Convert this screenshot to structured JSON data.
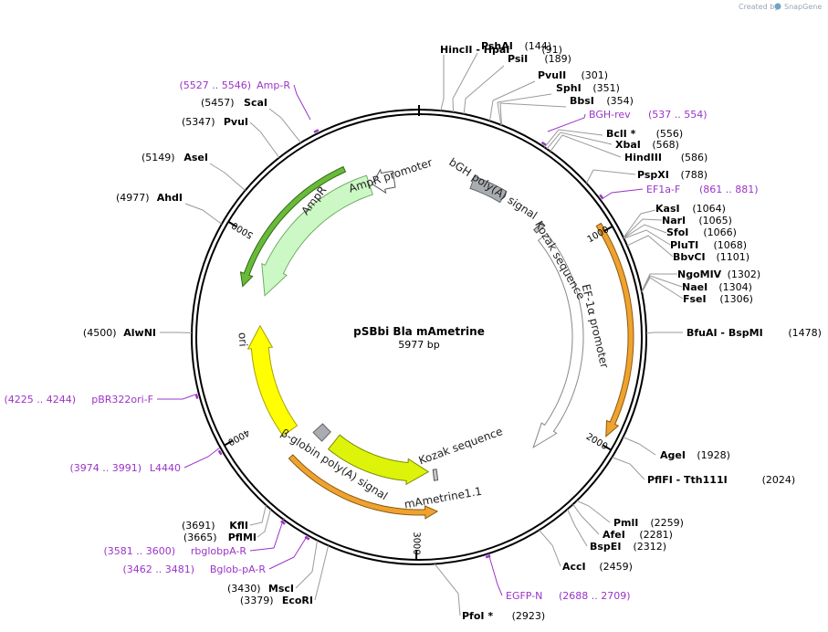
{
  "credit": {
    "prefix": "Created by",
    "brand": "SnapGene"
  },
  "plasmid": {
    "name": "pSBbi Bla mAmetrine",
    "size_label": "5977 bp",
    "length": 5977
  },
  "ticks": [
    "1000",
    "2000",
    "3000",
    "4000",
    "5000"
  ],
  "sites": [
    {
      "bp": 91,
      "pos": "(91)",
      "name": "HincII  - HpaI"
    },
    {
      "bp": 144,
      "pos": "(144)",
      "name": "PshAI"
    },
    {
      "bp": 189,
      "pos": "(189)",
      "name": "PsiI"
    },
    {
      "bp": 301,
      "pos": "(301)",
      "name": "PvuII"
    },
    {
      "bp": 351,
      "pos": "(351)",
      "name": "SphI"
    },
    {
      "bp": 354,
      "pos": "(354)",
      "name": "BbsI"
    },
    {
      "bp": 556,
      "pos": "(556)",
      "name": "BclI *"
    },
    {
      "bp": 568,
      "pos": "(568)",
      "name": "XbaI"
    },
    {
      "bp": 586,
      "pos": "(586)",
      "name": "HindIII"
    },
    {
      "bp": 788,
      "pos": "(788)",
      "name": "PspXI"
    },
    {
      "bp": 1064,
      "pos": "(1064)",
      "name": "KasI"
    },
    {
      "bp": 1065,
      "pos": "(1065)",
      "name": "NarI"
    },
    {
      "bp": 1066,
      "pos": "(1066)",
      "name": "SfoI"
    },
    {
      "bp": 1068,
      "pos": "(1068)",
      "name": "PluTI"
    },
    {
      "bp": 1101,
      "pos": "(1101)",
      "name": "BbvCI"
    },
    {
      "bp": 1302,
      "pos": "(1302)",
      "name": "NgoMIV"
    },
    {
      "bp": 1304,
      "pos": "(1304)",
      "name": "NaeI"
    },
    {
      "bp": 1306,
      "pos": "(1306)",
      "name": "FseI"
    },
    {
      "bp": 1478,
      "pos": "(1478)",
      "name": "BfuAI  - BspMI"
    },
    {
      "bp": 1928,
      "pos": "(1928)",
      "name": "AgeI"
    },
    {
      "bp": 2024,
      "pos": "(2024)",
      "name": "PflFI  - Tth111I"
    },
    {
      "bp": 2259,
      "pos": "(2259)",
      "name": "PmlI"
    },
    {
      "bp": 2281,
      "pos": "(2281)",
      "name": "AfeI"
    },
    {
      "bp": 2312,
      "pos": "(2312)",
      "name": "BspEI"
    },
    {
      "bp": 2459,
      "pos": "(2459)",
      "name": "AccI"
    },
    {
      "bp": 2923,
      "pos": "(2923)",
      "name": "PfoI *"
    },
    {
      "bp": 3379,
      "pos": "(3379)",
      "name": "EcoRI"
    },
    {
      "bp": 3430,
      "pos": "(3430)",
      "name": "MscI"
    },
    {
      "bp": 3665,
      "pos": "(3665)",
      "name": "PflMI"
    },
    {
      "bp": 3691,
      "pos": "(3691)",
      "name": "KflI"
    },
    {
      "bp": 4500,
      "pos": "(4500)",
      "name": "AlwNI"
    },
    {
      "bp": 4977,
      "pos": "(4977)",
      "name": "AhdI"
    },
    {
      "bp": 5149,
      "pos": "(5149)",
      "name": "AseI"
    },
    {
      "bp": 5347,
      "pos": "(5347)",
      "name": "PvuI"
    },
    {
      "bp": 5457,
      "pos": "(5457)",
      "name": "ScaI"
    }
  ],
  "primers": [
    {
      "start": 537,
      "end": 554,
      "name": "BGH-rev",
      "range": "(537 .. 554)"
    },
    {
      "start": 861,
      "end": 881,
      "name": "EF1a-F",
      "range": "(861 .. 881)"
    },
    {
      "start": 2688,
      "end": 2709,
      "name": "EGFP-N",
      "range": "(2688 .. 2709)"
    },
    {
      "start": 3462,
      "end": 3481,
      "name": "Bglob-pA-R",
      "range": "(3462 .. 3481)"
    },
    {
      "start": 3581,
      "end": 3600,
      "name": "rbglobpA-R",
      "range": "(3581 .. 3600)"
    },
    {
      "start": 3974,
      "end": 3991,
      "name": "L4440",
      "range": "(3974 .. 3991)"
    },
    {
      "start": 4225,
      "end": 4244,
      "name": "pBR322ori-F",
      "range": "(4225 .. 4244)"
    },
    {
      "start": 5527,
      "end": 5546,
      "name": "Amp-R",
      "range": "(5527 .. 5546)"
    }
  ],
  "features": [
    {
      "id": "bgh",
      "label": "bGH poly(A) signal",
      "color": "#a9adb2"
    },
    {
      "id": "kozak1",
      "label": "Kozak sequence",
      "color": "#ffffff"
    },
    {
      "id": "ef1a",
      "label": "EF-1α promoter",
      "color": "#ffffff"
    },
    {
      "id": "kozak2",
      "label": "Kozak sequence",
      "color": "#ffffff"
    },
    {
      "id": "mam",
      "label": "mAmetrine1.1",
      "color": "#ddf40a"
    },
    {
      "id": "bglob",
      "label": "β-globin poly(A) signal",
      "color": "#a9adb2"
    },
    {
      "id": "ori",
      "label": "ori",
      "color": "#ffff00"
    },
    {
      "id": "ampr",
      "label": "AmpR",
      "color": "#ccf8c6"
    },
    {
      "id": "amprprom",
      "label": "AmpR promoter",
      "color": "#ffffff"
    }
  ],
  "colors": {
    "primer": "#9b34c8",
    "orf_orange": "#f0a22f",
    "orf_green": "#3a8a20",
    "backbone": "#000000"
  }
}
